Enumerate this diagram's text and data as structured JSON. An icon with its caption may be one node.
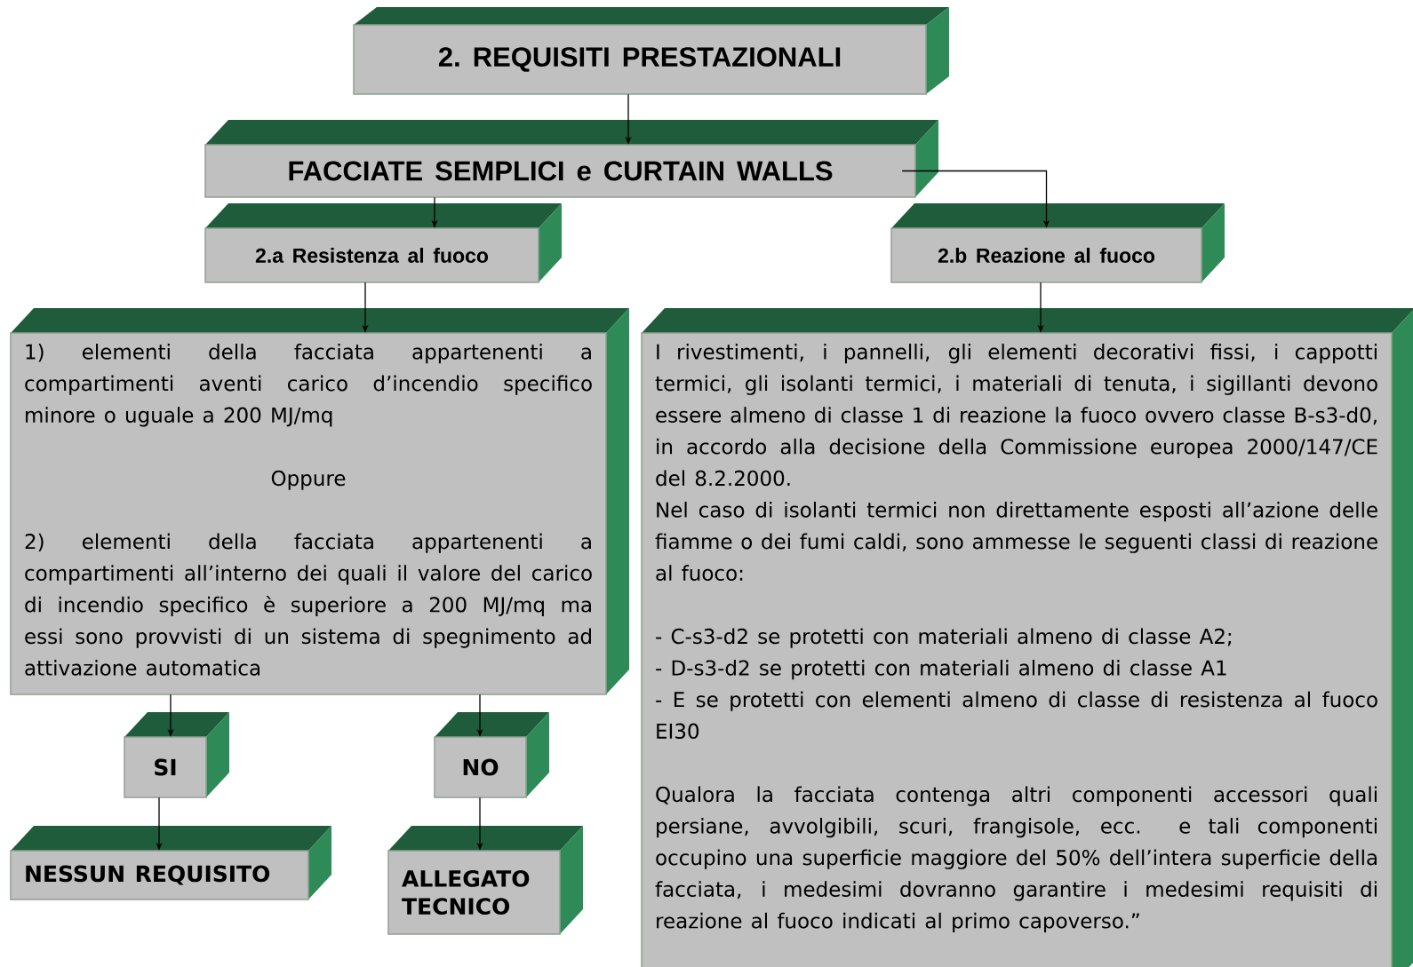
{
  "diagram": {
    "nodes": [
      {
        "text": [
          "2. REQUISITI  PRESTAZIONALI"
        ]
      },
      {
        "text": [
          "FACCIATE SEMPLICI e CURTAIN WALLS"
        ]
      },
      {
        "text": [
          "2.a Resistenza al fuoco"
        ]
      },
      {
        "text": [
          "2.b Reazione al fuoco"
        ]
      },
      {
        "text": [
          "1) elementi della facciata appartenenti a compartimenti aventi carico d’incendio specifico minore o uguale a 200 MJ/mq",
          "Oppure",
          "2) elementi della facciata appartenenti a compartimenti all’interno dei quali il valore del carico di incendio specifico è superiore a 200 MJ/mq ma essi sono provvisti di un sistema di spegnimento ad attivazione automatica"
        ]
      },
      {
        "text": [
          "I rivestimenti, i pannelli, gli elementi decorativi fissi, i cappotti termici, gli isolanti termici, i materiali di tenuta, i sigillanti devono essere almeno di classe 1 di reazione la fuoco ovvero classe B-s3-d0, in accordo alla decisione della Commissione europea 2000/147/CE del 8.2.2000.",
          "Nel caso di isolanti termici non direttamente esposti all’azione delle fiamme o dei fumi caldi, sono ammesse le seguenti classi di reazione al fuoco:",
          "- C-s3-d2 se protetti con materiali almeno di classe A2;",
          "- D-s3-d2 se protetti con materiali almeno di classe A1",
          "- E se protetti con elementi almeno di classe di resistenza al fuoco EI30",
          "Qualora la facciata contenga altri componenti accessori quali persiane, avvolgibili, scuri, frangisole, ecc. e tali componenti occupino una superficie maggiore del 50% dell’intera superficie della facciata, i medesimi dovranno garantire i medesimi requisiti di reazione al fuoco  indicati al primo capoverso.”"
        ]
      },
      {
        "text": [
          "SI"
        ]
      },
      {
        "text": [
          "NO"
        ]
      },
      {
        "text": [
          "NESSUN REQUISITO"
        ]
      },
      {
        "text": [
          "ALLEGATO TECNICO"
        ]
      }
    ],
    "edges": [
      {
        "from": 0,
        "to": 1,
        "arrow": "to"
      },
      {
        "from": 1,
        "to": 2,
        "arrow": "to"
      },
      {
        "from": 1,
        "to": 3,
        "arrow": "to"
      },
      {
        "from": 2,
        "to": 4,
        "arrow": "to"
      },
      {
        "from": 3,
        "to": 5,
        "arrow": "to"
      },
      {
        "from": 4,
        "to": 6,
        "arrow": "to"
      },
      {
        "from": 4,
        "to": 7,
        "arrow": "to"
      },
      {
        "from": 6,
        "to": 8,
        "arrow": "to"
      },
      {
        "from": 7,
        "to": 9,
        "arrow": "to"
      }
    ]
  }
}
